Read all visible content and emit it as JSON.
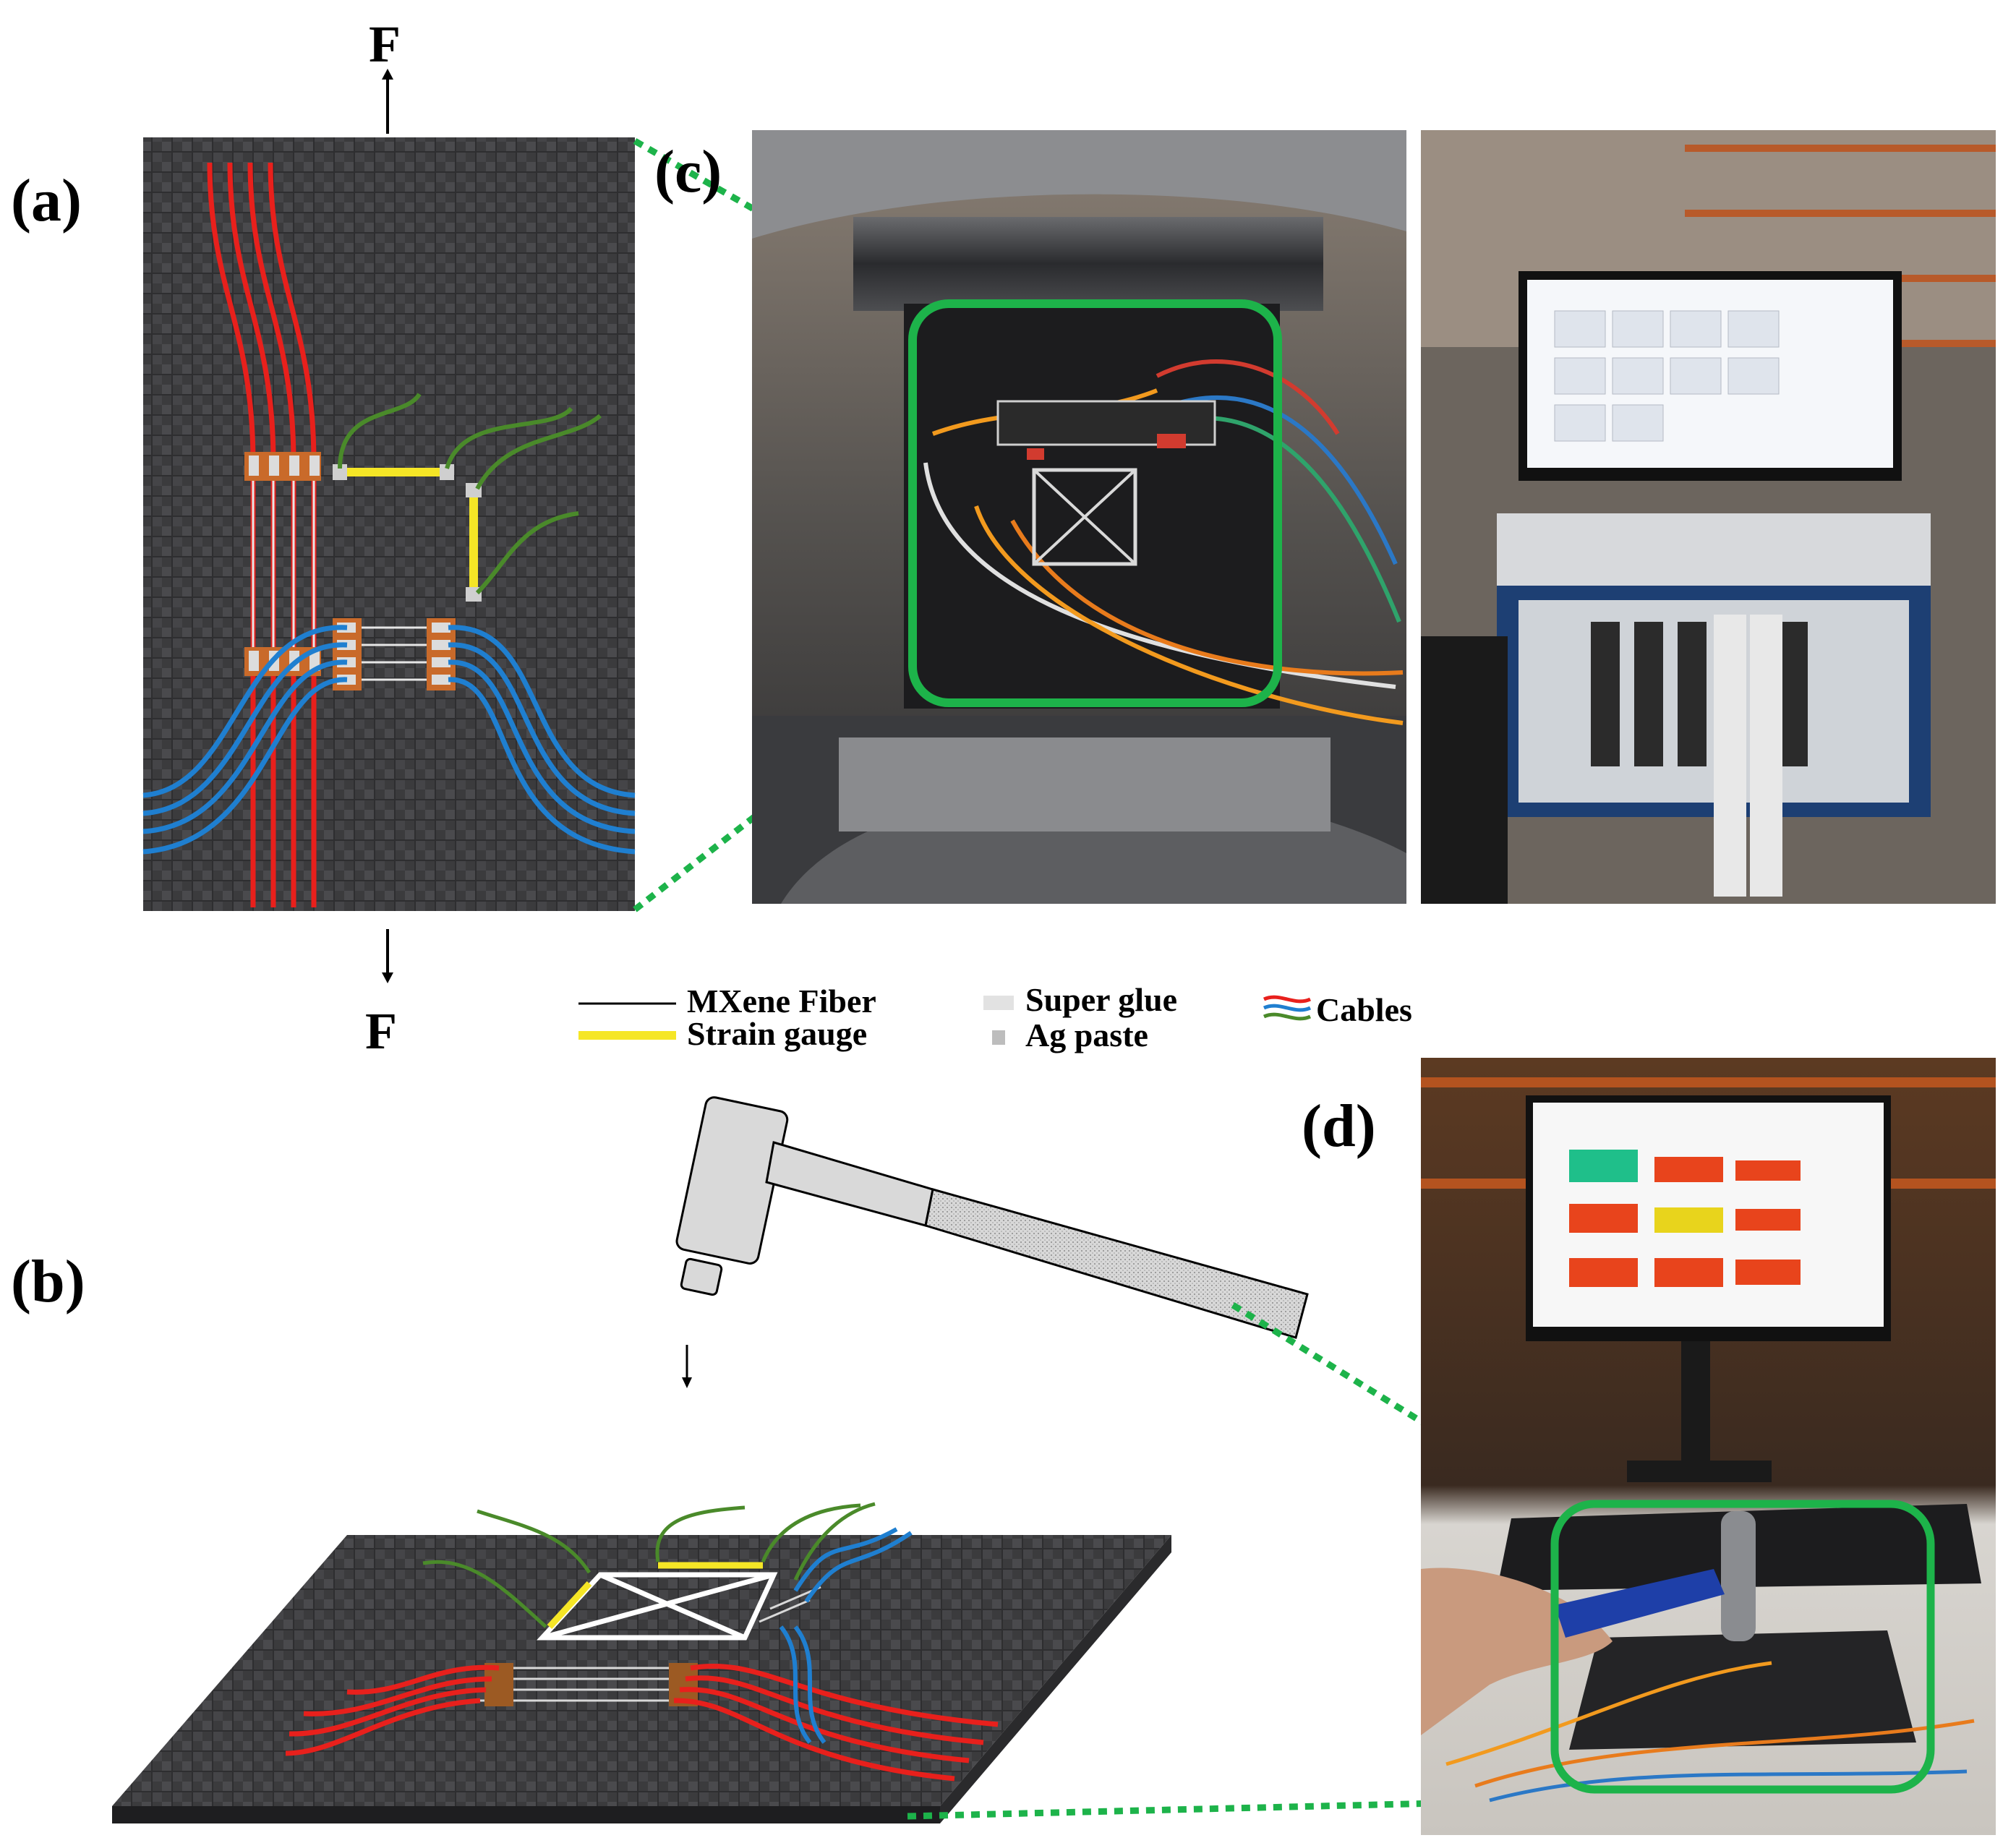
{
  "panels": {
    "a": "(a)",
    "b": "(b)",
    "c": "(c)",
    "d": "(d)"
  },
  "force": {
    "top": "F",
    "bottom": "F"
  },
  "legend": {
    "mxene_fiber": "MXene Fiber",
    "strain_gauge": "Strain gauge",
    "super_glue": "Super glue",
    "ag_paste": "Ag paste",
    "cables": "Cables"
  },
  "colors": {
    "cable_red": "#e8201c",
    "cable_blue": "#1f7fd0",
    "cable_green": "#4a8a2a",
    "strain_gauge_yellow": "#f5e626",
    "highlight_green": "#1db34a",
    "electrode_orange": "#c96a2a",
    "carbon_fabric": "#3a3a3c"
  }
}
